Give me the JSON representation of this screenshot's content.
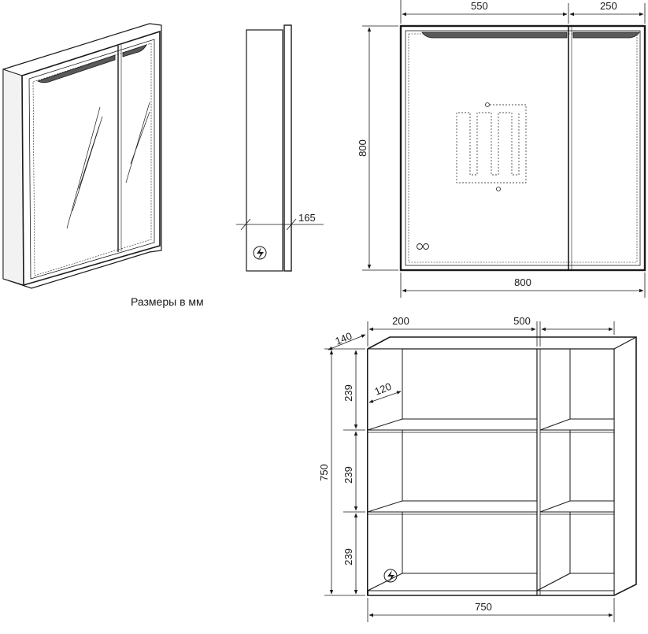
{
  "caption": "Размеры в мм",
  "front_view": {
    "width_left_door": "550",
    "width_right_door": "250",
    "height": "800",
    "width_total": "800"
  },
  "side_view": {
    "depth": "165"
  },
  "interior_view": {
    "left_section": "200",
    "right_section": "500",
    "depth": "140",
    "shelf_depth": "120",
    "height": "750",
    "shelf_pitch_1": "239",
    "shelf_pitch_2": "239",
    "shelf_pitch_3": "239",
    "width": "750"
  },
  "icons": [
    "power-icon",
    "sensor-icon",
    "heater-icon"
  ]
}
